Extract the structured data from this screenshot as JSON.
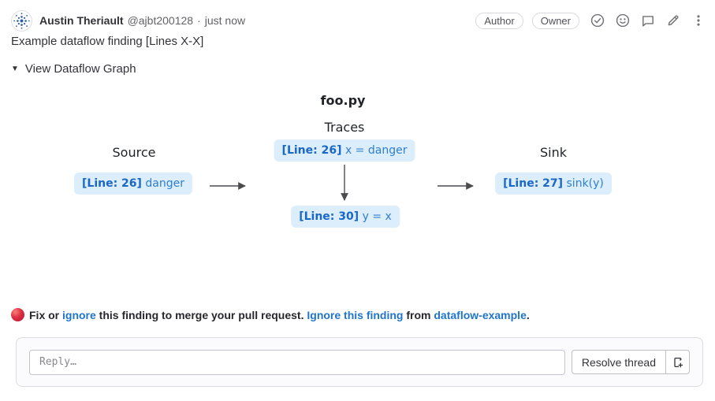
{
  "header": {
    "author_name": "Austin Theriault",
    "username": "@ajbt200128",
    "separator": "·",
    "timestamp": "just now",
    "badges": [
      {
        "label": "Author"
      },
      {
        "label": "Owner"
      }
    ],
    "icons": [
      "resolve-check-icon",
      "smiley-icon",
      "comment-icon",
      "pencil-icon",
      "kebab-menu-icon"
    ]
  },
  "comment": {
    "finding_text": "Example dataflow finding [Lines X-X]",
    "disclosure_arrow": "▼",
    "disclosure_label": "View Dataflow Graph"
  },
  "graph": {
    "file_title": "foo.py",
    "labels": {
      "source": "Source",
      "traces": "Traces",
      "sink": "Sink"
    },
    "nodes": {
      "source": {
        "line": "[Line: 26]",
        "code": "danger"
      },
      "trace1": {
        "line": "[Line: 26]",
        "code": "x = danger"
      },
      "trace2": {
        "line": "[Line: 30]",
        "code": "y = x"
      },
      "sink": {
        "line": "[Line: 27]",
        "code": "sink(y)"
      }
    },
    "colors": {
      "node_bg": "#dcedfb",
      "node_text": "#2e7fd1",
      "node_text_bold": "#1a67c6",
      "arrow": "#4c4c50"
    }
  },
  "alert": {
    "icon": "red-circle",
    "fix_or": "Fix or ",
    "ignore_link": "ignore",
    "middle": " this finding to merge your pull request. ",
    "ignore_finding_link": "Ignore this finding",
    "from_text": " from ",
    "repo_link": "dataflow-example",
    "period": "."
  },
  "reply": {
    "placeholder": "Reply…",
    "resolve_button": "Resolve thread"
  },
  "colors": {
    "link_blue": "#1f75cb",
    "text_primary": "#333238",
    "text_muted": "#626168",
    "red_dot": "#dd2e44"
  }
}
